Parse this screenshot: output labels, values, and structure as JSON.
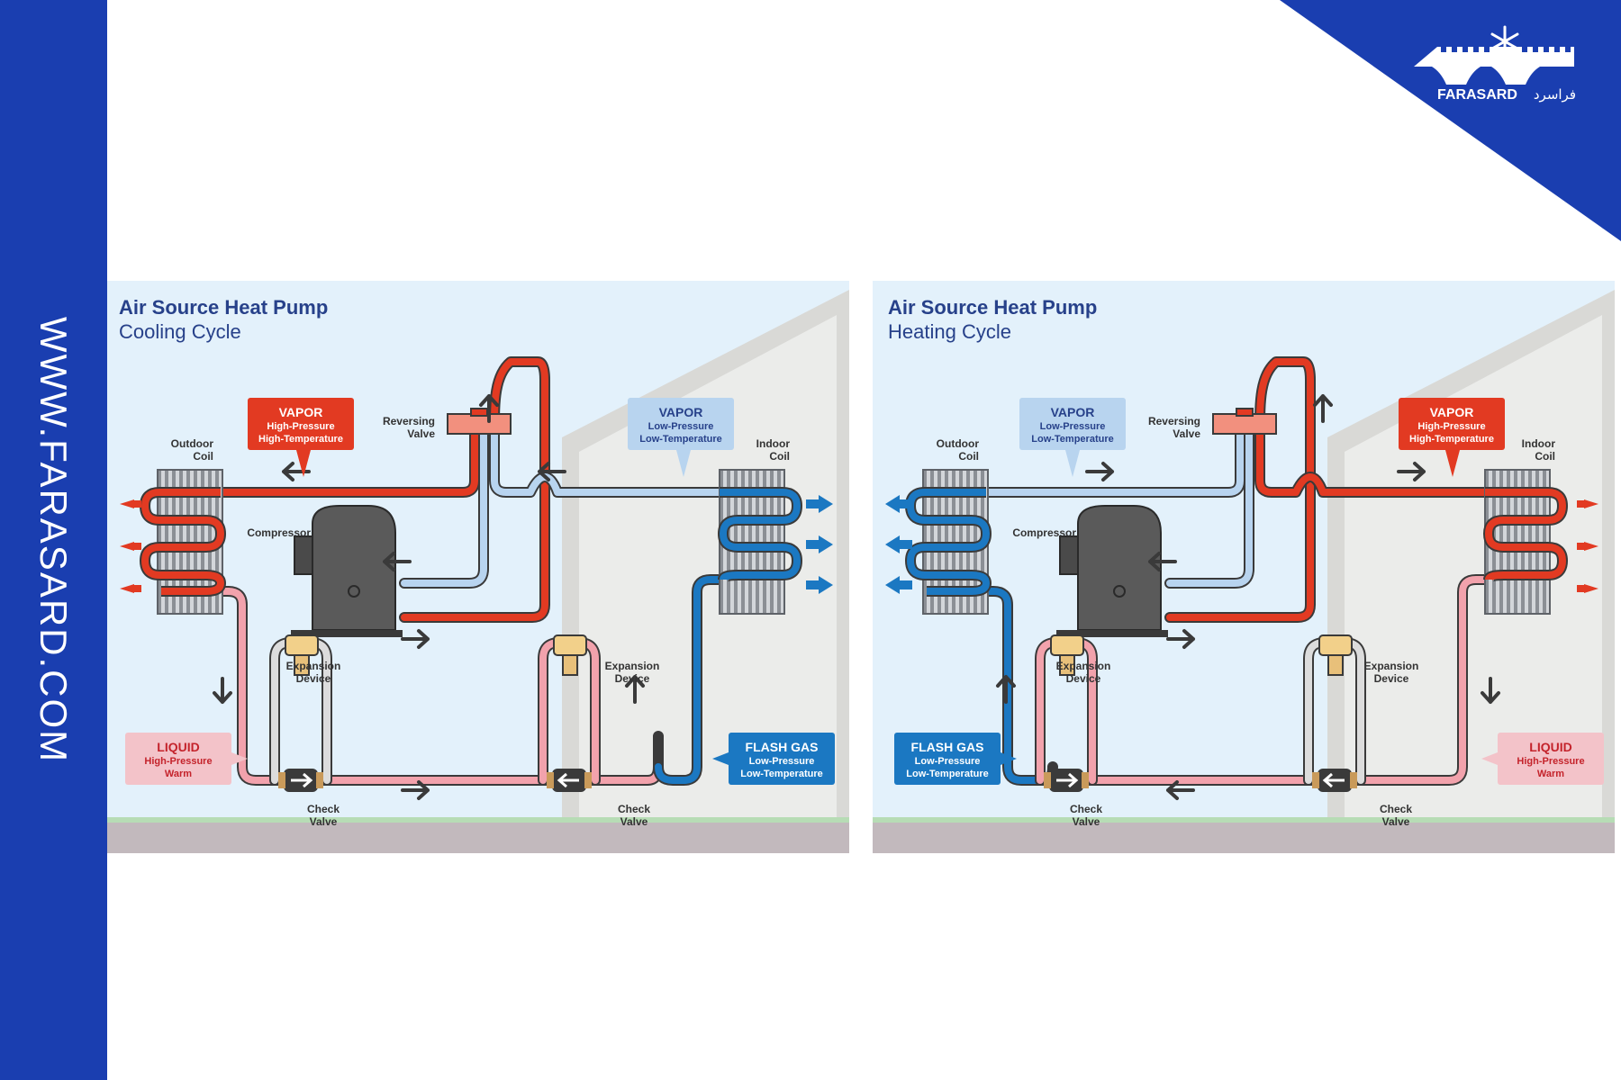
{
  "sidebar": {
    "url": "WWW.FARASARD.COM"
  },
  "logo": {
    "brand": "FARASARD",
    "brand_fa": "فراسرد"
  },
  "colors": {
    "brand_blue": "#1a3eb0",
    "hot_red": "#e23a22",
    "cold_blue": "#1b78c2",
    "warm_pink": "#f2a2ac",
    "cool_light_blue": "#b8d4ef",
    "sky_bg": "#e3f1fb",
    "wall_gray": "#d9d9d6"
  },
  "panels": [
    {
      "id": "cooling",
      "title": "Air Source Heat Pump",
      "subtitle": "Cooling Cycle",
      "labels": {
        "outdoor_coil": [
          "Outdoor",
          "Coil"
        ],
        "indoor_coil": [
          "Indoor",
          "Coil"
        ],
        "reversing_valve": [
          "Reversing",
          "Valve"
        ],
        "compressor": "Compressor",
        "expansion_left": [
          "Expansion",
          "Device"
        ],
        "expansion_right": [
          "Expansion",
          "Device"
        ],
        "check_left": [
          "Check",
          "Valve"
        ],
        "check_right": [
          "Check",
          "Valve"
        ]
      },
      "callouts": {
        "left_top": {
          "title": "VAPOR",
          "line1": "High-Pressure",
          "line2": "High-Temperature"
        },
        "right_top": {
          "title": "VAPOR",
          "line1": "Low-Pressure",
          "line2": "Low-Temperature"
        },
        "left_bottom": {
          "title": "LIQUID",
          "line1": "High-Pressure",
          "line2": "Warm"
        },
        "right_bottom": {
          "title": "FLASH GAS",
          "line1": "Low-Pressure",
          "line2": "Low-Temperature"
        }
      }
    },
    {
      "id": "heating",
      "title": "Air Source Heat Pump",
      "subtitle": "Heating Cycle",
      "labels": {
        "outdoor_coil": [
          "Outdoor",
          "Coil"
        ],
        "indoor_coil": [
          "Indoor",
          "Coil"
        ],
        "reversing_valve": [
          "Reversing",
          "Valve"
        ],
        "compressor": "Compressor",
        "expansion_left": [
          "Expansion",
          "Device"
        ],
        "expansion_right": [
          "Expansion",
          "Device"
        ],
        "check_left": [
          "Check",
          "Valve"
        ],
        "check_right": [
          "Check",
          "Valve"
        ]
      },
      "callouts": {
        "left_top": {
          "title": "VAPOR",
          "line1": "Low-Pressure",
          "line2": "Low-Temperature"
        },
        "right_top": {
          "title": "VAPOR",
          "line1": "High-Pressure",
          "line2": "High-Temperature"
        },
        "left_bottom": {
          "title": "FLASH GAS",
          "line1": "Low-Pressure",
          "line2": "Low-Temperature"
        },
        "right_bottom": {
          "title": "LIQUID",
          "line1": "High-Pressure",
          "line2": "Warm"
        }
      }
    }
  ]
}
